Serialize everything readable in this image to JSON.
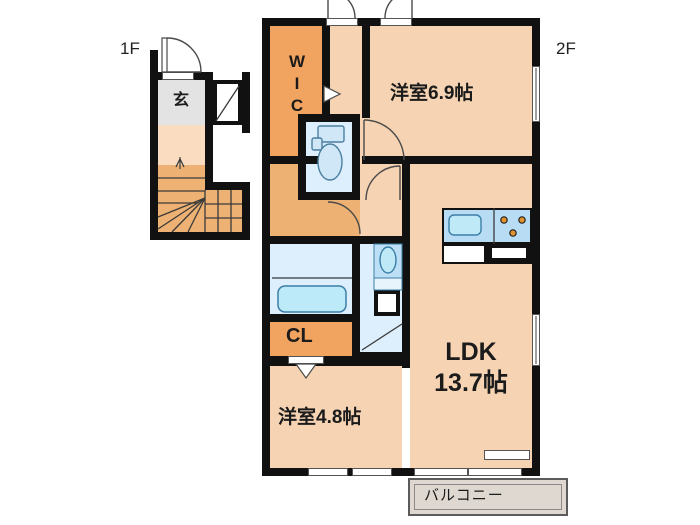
{
  "plan": {
    "floors": [
      {
        "id": "first",
        "label": "1F"
      },
      {
        "id": "second",
        "label": "2F"
      }
    ],
    "rooms": {
      "entry": {
        "label": "玄",
        "name": "entrance-genkan"
      },
      "wic": {
        "label": "WIC",
        "name": "walk-in-closet"
      },
      "bedroom_main": {
        "label": "洋室6.9帖",
        "name": "western-room-6.9",
        "size_jo": 6.9
      },
      "bedroom_sub": {
        "label": "洋室4.8帖",
        "name": "western-room-4.8",
        "size_jo": 4.8
      },
      "ldk": {
        "label_main": "LDK",
        "label_size": "13.7帖",
        "name": "living-dining-kitchen",
        "size_jo": 13.7
      },
      "closet": {
        "label": "CL",
        "name": "closet"
      },
      "balcony": {
        "label": "バルコニー",
        "name": "balcony"
      }
    },
    "fixtures": {
      "stairs": "staircase",
      "toilet": "toilet",
      "bathtub": "bathtub",
      "washbasin": "washbasin",
      "sink": "kitchen-sink",
      "stove": "gas-stove-3-burner"
    },
    "colors": {
      "wall": "#111111",
      "room_fill": "#f5d3b3",
      "closet_fill": "#f0a460",
      "stair_fill": "#edb173",
      "water_fill": "#ddeefc",
      "kitchen_fill": "#b9dcf5",
      "balcony_fill": "#ded8d0",
      "entry_fill": "#e3e3e3",
      "hall_fill": "#fadcc0"
    }
  }
}
